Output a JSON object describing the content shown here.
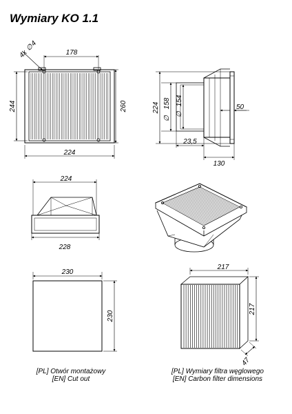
{
  "title": "Wymiary KO 1.1",
  "views": {
    "front": {
      "holes": "4x",
      "hole_dia": "4",
      "hole_spacing": "178",
      "height": "244",
      "height_total": "260",
      "width": "224"
    },
    "side": {
      "height": "224",
      "dia_outer": "158",
      "dia_inner": "154",
      "flange_depth": "50",
      "spigot_offset": "23,5",
      "depth": "130"
    },
    "top": {
      "width_top": "224",
      "width_bottom": "228"
    },
    "cutout": {
      "width": "230",
      "height": "230"
    },
    "filter": {
      "width": "217",
      "height": "217",
      "depth": "47"
    }
  },
  "captions": {
    "cutout_pl": "[PL] Otwór montażowy",
    "cutout_en": "[EN] Cut out",
    "filter_pl": "[PL] Wymiary filtra węglowego",
    "filter_en": "[EN] Carbon filter dimensions"
  }
}
